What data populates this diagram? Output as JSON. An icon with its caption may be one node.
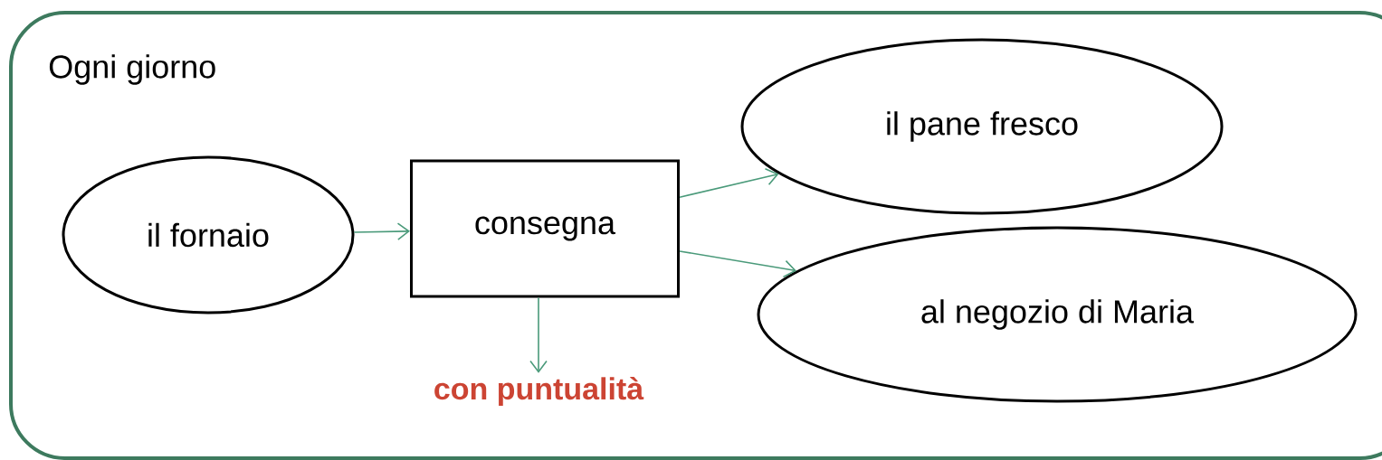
{
  "diagram": {
    "nodes": [
      {
        "text": [
          "Ogni giorno"
        ]
      },
      {
        "text": [
          "il fornaio"
        ],
        "in": 0
      },
      {
        "text": [
          "consegna"
        ],
        "in": 0
      },
      {
        "text": [
          "il pane fresco"
        ],
        "in": 0
      },
      {
        "text": [
          "al negozio di Maria"
        ],
        "in": 0
      },
      {
        "text": [
          "con puntualità"
        ],
        "in": 0
      }
    ],
    "edges": [
      {
        "from": 1,
        "to": 2,
        "arrow": "to"
      },
      {
        "from": 2,
        "to": 3,
        "arrow": "to"
      },
      {
        "from": 2,
        "to": 4,
        "arrow": "to"
      },
      {
        "from": 2,
        "to": 5,
        "arrow": "to"
      }
    ]
  }
}
